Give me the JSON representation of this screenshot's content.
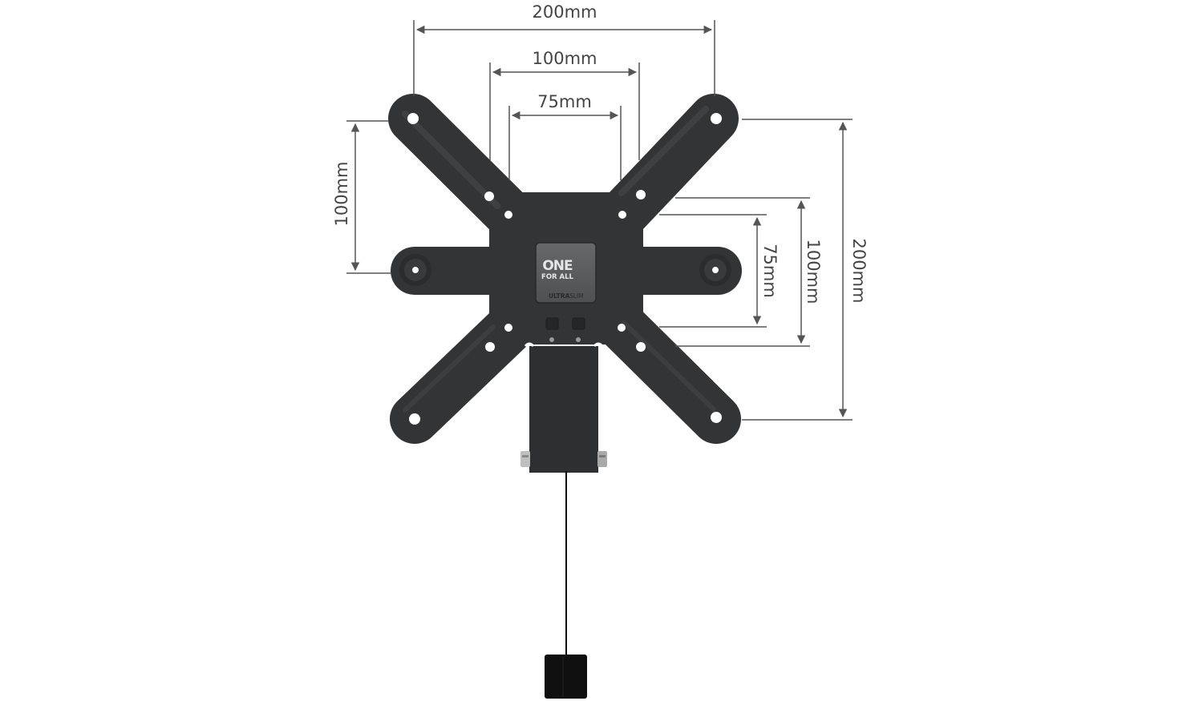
{
  "diagram": {
    "subject": "TV wall mount bracket (VESA plate) with dimension callouts",
    "brand": {
      "logo_line1": "ONE",
      "logo_line2": "FOR ALL",
      "product_line_bold": "ULTRA",
      "product_line_light": "SLIM"
    },
    "dimensions": {
      "horizontal": [
        {
          "label": "200mm",
          "value_mm": 200
        },
        {
          "label": "100mm",
          "value_mm": 100
        },
        {
          "label": "75mm",
          "value_mm": 75
        }
      ],
      "vertical_left": [
        {
          "label": "100mm",
          "value_mm": 100
        }
      ],
      "vertical_right": [
        {
          "label": "75mm",
          "value_mm": 75
        },
        {
          "label": "100mm",
          "value_mm": 100
        },
        {
          "label": "200mm",
          "value_mm": 200
        }
      ]
    },
    "colors": {
      "bracket": "#333436",
      "bracket_highlight": "#4a4b4d",
      "logo_plate": "#5a5b5d",
      "dimension_line": "#555555",
      "label_text": "#444444",
      "background": "#ffffff"
    }
  }
}
